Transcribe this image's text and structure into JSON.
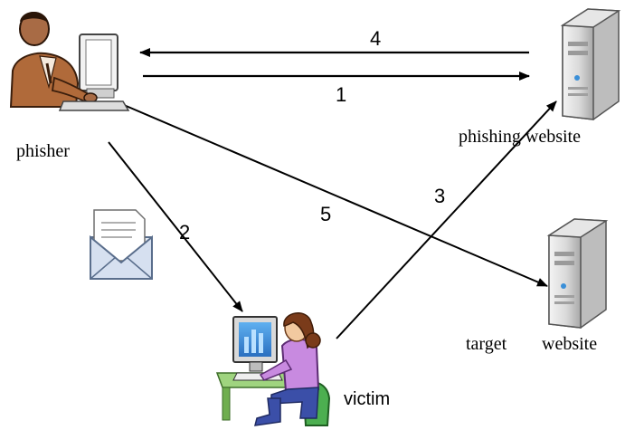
{
  "actors": {
    "phisher": "phisher",
    "victim": "victim",
    "phishing_site": "phishing website",
    "target_site_word1": "target",
    "target_site_word2": "website"
  },
  "steps": {
    "s1": "1",
    "s2": "2",
    "s3": "3",
    "s4": "4",
    "s5": "5"
  },
  "icons": {
    "phisher": "man-at-computer-icon",
    "victim": "woman-at-computer-icon",
    "email": "envelope-letter-icon",
    "server": "server-tower-icon"
  }
}
